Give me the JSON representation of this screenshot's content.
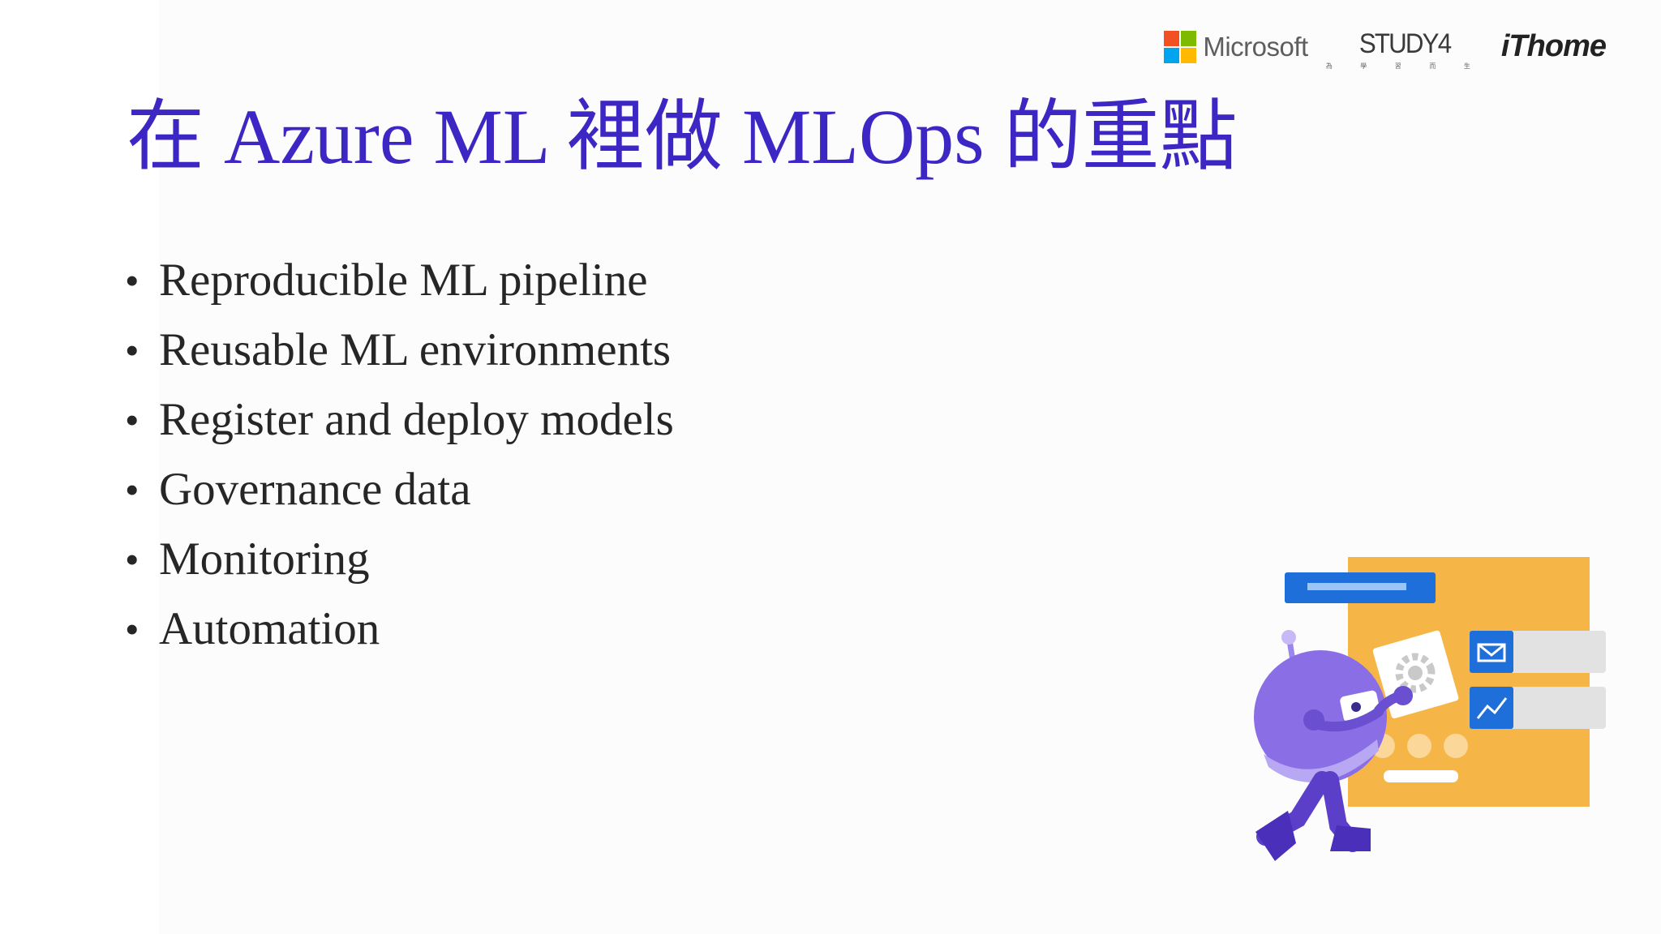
{
  "logos": {
    "microsoft": {
      "text": "Microsoft",
      "colors": [
        "#f25022",
        "#7fba00",
        "#00a4ef",
        "#ffb900"
      ]
    },
    "study4": {
      "text": "STUDY4",
      "subtext": "為 學 習 而 生"
    },
    "ithome": {
      "text": "iThome"
    }
  },
  "slide": {
    "title": "在 Azure ML 裡做 MLOps 的重點",
    "bullets": [
      "Reproducible ML pipeline",
      "Reusable ML environments",
      "Register and deploy models",
      "Governance data",
      "Monitoring",
      "Automation"
    ]
  },
  "colors": {
    "title": "#3d27c4",
    "body_text": "#262626",
    "illustration_panel": "#f6b647",
    "illustration_blue": "#1e6fd9",
    "illustration_purple": "#7a5de0"
  },
  "icons": [
    "robot-mascot-illustration",
    "gear-icon",
    "mail-icon",
    "trend-chart-icon"
  ]
}
